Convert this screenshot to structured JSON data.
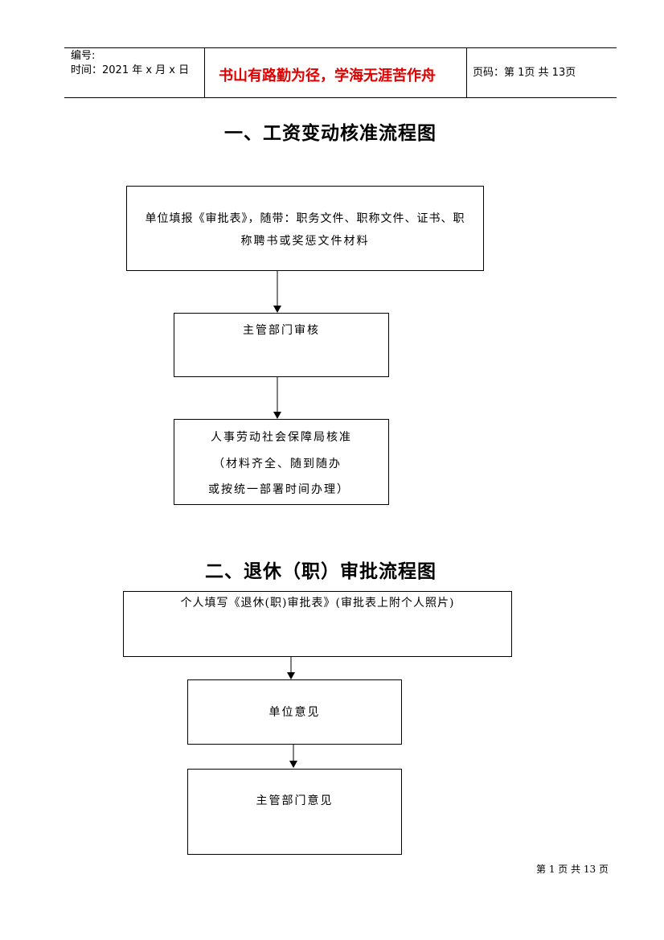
{
  "header": {
    "number_label": "编号:",
    "time_label": "时间：2021 年 x 月 x 日",
    "motto": "书山有路勤为径，学海无涯苦作舟",
    "page_info": "页码：第 1页 共 13页"
  },
  "section1": {
    "title": "一、工资变动核准流程图",
    "box1_line1": "单位填报《审批表》，随带：职务文件、职称文件、证书、职",
    "box1_line2": "称聘书或奖惩文件材料",
    "box2": "主管部门审核",
    "box3_line1": "人事劳动社会保障局核准",
    "box3_line2": "（材料齐全、随到随办",
    "box3_line3": "或按统一部署时间办理）"
  },
  "section2": {
    "title": "二、退休（职）审批流程图",
    "box1": "个人填写《退休(职)审批表》(审批表上附个人照片)",
    "box2": "单位意见",
    "box3": "主管部门意见"
  },
  "footer": {
    "page_text": "第 1 页 共 13 页"
  }
}
